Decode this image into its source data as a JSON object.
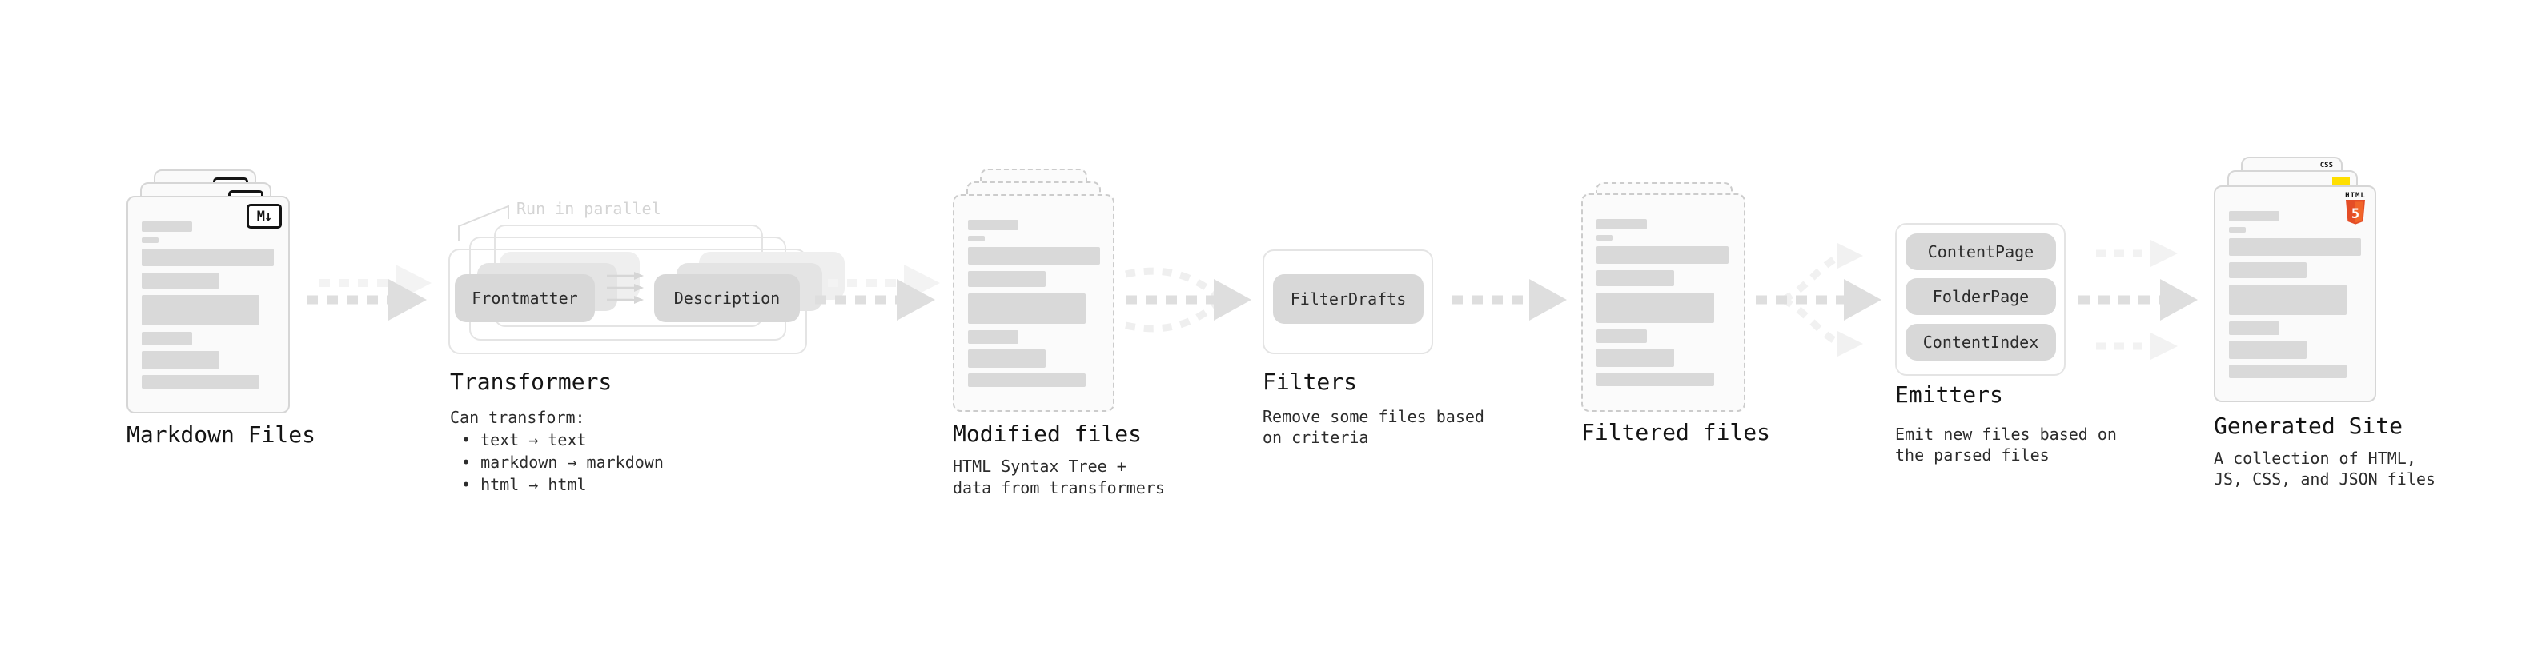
{
  "stages": {
    "markdown": {
      "label": "Markdown Files",
      "badge": "M↓"
    },
    "transformers": {
      "annotation": "Run in parallel",
      "pill_frontmatter": "Frontmatter",
      "pill_description": "Description",
      "title": "Transformers",
      "caption_intro": "Can transform:",
      "bullets": [
        "• text → text",
        "• markdown → markdown",
        "• html → html"
      ]
    },
    "modified": {
      "label": "Modified files",
      "caption": [
        "HTML Syntax Tree +",
        "data from transformers"
      ]
    },
    "filters": {
      "title": "Filters",
      "pill": "FilterDrafts",
      "caption": [
        "Remove some files based",
        "on criteria"
      ]
    },
    "filtered": {
      "label": "Filtered files"
    },
    "emitters": {
      "title": "Emitters",
      "pills": [
        "ContentPage",
        "FolderPage",
        "ContentIndex"
      ],
      "caption": [
        "Emit new files based on",
        "the parsed files"
      ]
    },
    "generated": {
      "label": "Generated Site",
      "caption": [
        "A collection of HTML,",
        "JS, CSS, and JSON files"
      ],
      "css_badge": "CSS",
      "html_badge_word": "HTML",
      "html_badge_number": "5"
    }
  },
  "colors": {
    "html5_shield": "#e44d26",
    "html5_shield_light": "#f16529",
    "js_yellow": "#ffdf00",
    "css_blue": "#3b63f3",
    "skeleton_bar": "#d9d9d9",
    "arrow_main": "#dedede",
    "arrow_faint": "#f1f1f1"
  }
}
